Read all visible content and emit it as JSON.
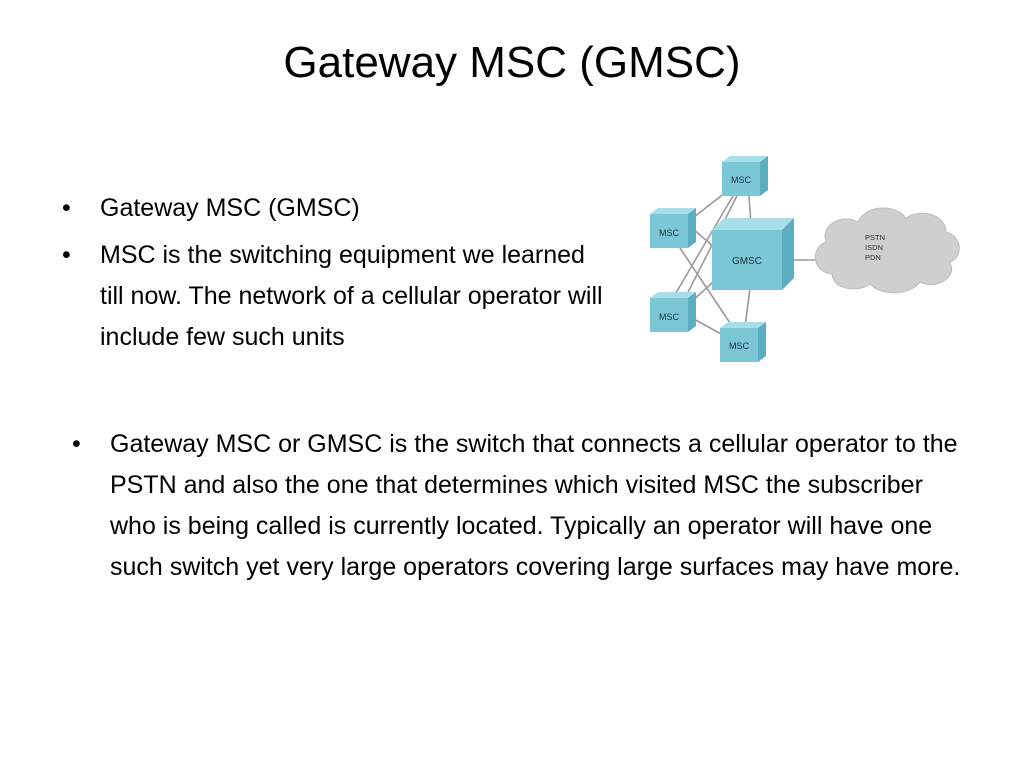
{
  "slide": {
    "title": "Gateway MSC (GMSC)",
    "bullets_top": [
      "Gateway MSC (GMSC)",
      "MSC is the switching equipment we learned till now. The network of a cellular operator will include few such units"
    ],
    "bullets_bottom": [
      "Gateway MSC or GMSC is the switch that connects a cellular operator to the PSTN and also the one that determines which visited MSC the subscriber who is being called is currently located. Typically an operator will have one such switch yet very large operators covering large surfaces may have more."
    ]
  },
  "diagram": {
    "msc_label": "MSC",
    "gmsc_label": "GMSC",
    "cloud_lines": [
      "PSTN",
      "ISDN",
      "PDN"
    ],
    "colors": {
      "cube_front": "#7cc7d6",
      "cube_top": "#a9dde7",
      "cube_side": "#5aaebf",
      "link": "#9a9a9a",
      "cloud": "#cfcfcf"
    }
  }
}
